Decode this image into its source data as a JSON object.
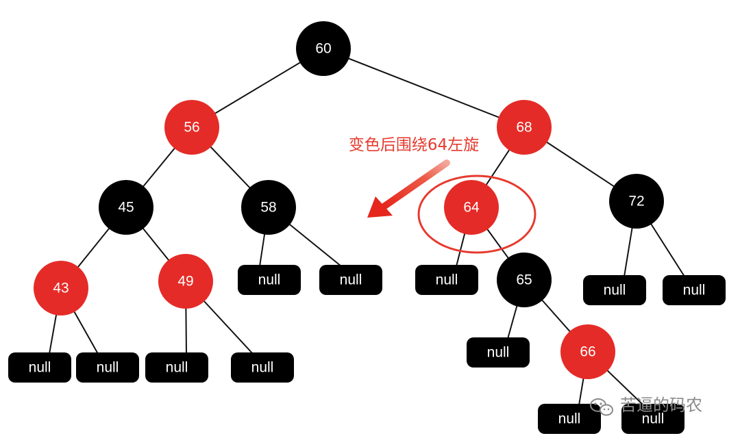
{
  "colors": {
    "black_node": "#000000",
    "red_node": "#e52b27",
    "null_box": "#000000",
    "edge": "#111111",
    "label": "#ffffff",
    "annotation": "#e63a2e",
    "watermark": "#8a8a8a"
  },
  "tree": {
    "nodes": [
      {
        "id": "n60",
        "label": "60",
        "color": "black",
        "parent": null
      },
      {
        "id": "n56",
        "label": "56",
        "color": "red",
        "parent": "n60"
      },
      {
        "id": "n68",
        "label": "68",
        "color": "red",
        "parent": "n60"
      },
      {
        "id": "n45",
        "label": "45",
        "color": "black",
        "parent": "n56"
      },
      {
        "id": "n58",
        "label": "58",
        "color": "black",
        "parent": "n56"
      },
      {
        "id": "n64",
        "label": "64",
        "color": "red",
        "parent": "n68"
      },
      {
        "id": "n72",
        "label": "72",
        "color": "black",
        "parent": "n68"
      },
      {
        "id": "n43",
        "label": "43",
        "color": "red",
        "parent": "n45"
      },
      {
        "id": "n49",
        "label": "49",
        "color": "red",
        "parent": "n45"
      },
      {
        "id": "n58L",
        "label": "null",
        "color": "null",
        "parent": "n58"
      },
      {
        "id": "n58R",
        "label": "null",
        "color": "null",
        "parent": "n58"
      },
      {
        "id": "n64L",
        "label": "null",
        "color": "null",
        "parent": "n64"
      },
      {
        "id": "n65",
        "label": "65",
        "color": "black",
        "parent": "n64"
      },
      {
        "id": "n72L",
        "label": "null",
        "color": "null",
        "parent": "n72"
      },
      {
        "id": "n72R",
        "label": "null",
        "color": "null",
        "parent": "n72"
      },
      {
        "id": "n43L",
        "label": "null",
        "color": "null",
        "parent": "n43"
      },
      {
        "id": "n43R",
        "label": "null",
        "color": "null",
        "parent": "n43"
      },
      {
        "id": "n49L",
        "label": "null",
        "color": "null",
        "parent": "n49"
      },
      {
        "id": "n49R",
        "label": "null",
        "color": "null",
        "parent": "n49"
      },
      {
        "id": "n65L",
        "label": "null",
        "color": "null",
        "parent": "n65"
      },
      {
        "id": "n66",
        "label": "66",
        "color": "red",
        "parent": "n65"
      },
      {
        "id": "n66L",
        "label": "null",
        "color": "null",
        "parent": "n66"
      },
      {
        "id": "n66R",
        "label": "null",
        "color": "null",
        "parent": "n66"
      }
    ],
    "highlighted_node": "n64"
  },
  "annotation": {
    "text": "变色后围绕64左旋"
  },
  "watermark": {
    "text": "苦逼的码农",
    "icon": "wechat-icon"
  }
}
